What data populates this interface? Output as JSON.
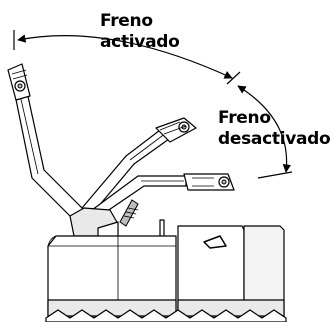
{
  "labels": {
    "brake_on_line1": "Freno",
    "brake_on_line2": "activado",
    "brake_off_line1": "Freno",
    "brake_off_line2": "desactivado"
  }
}
